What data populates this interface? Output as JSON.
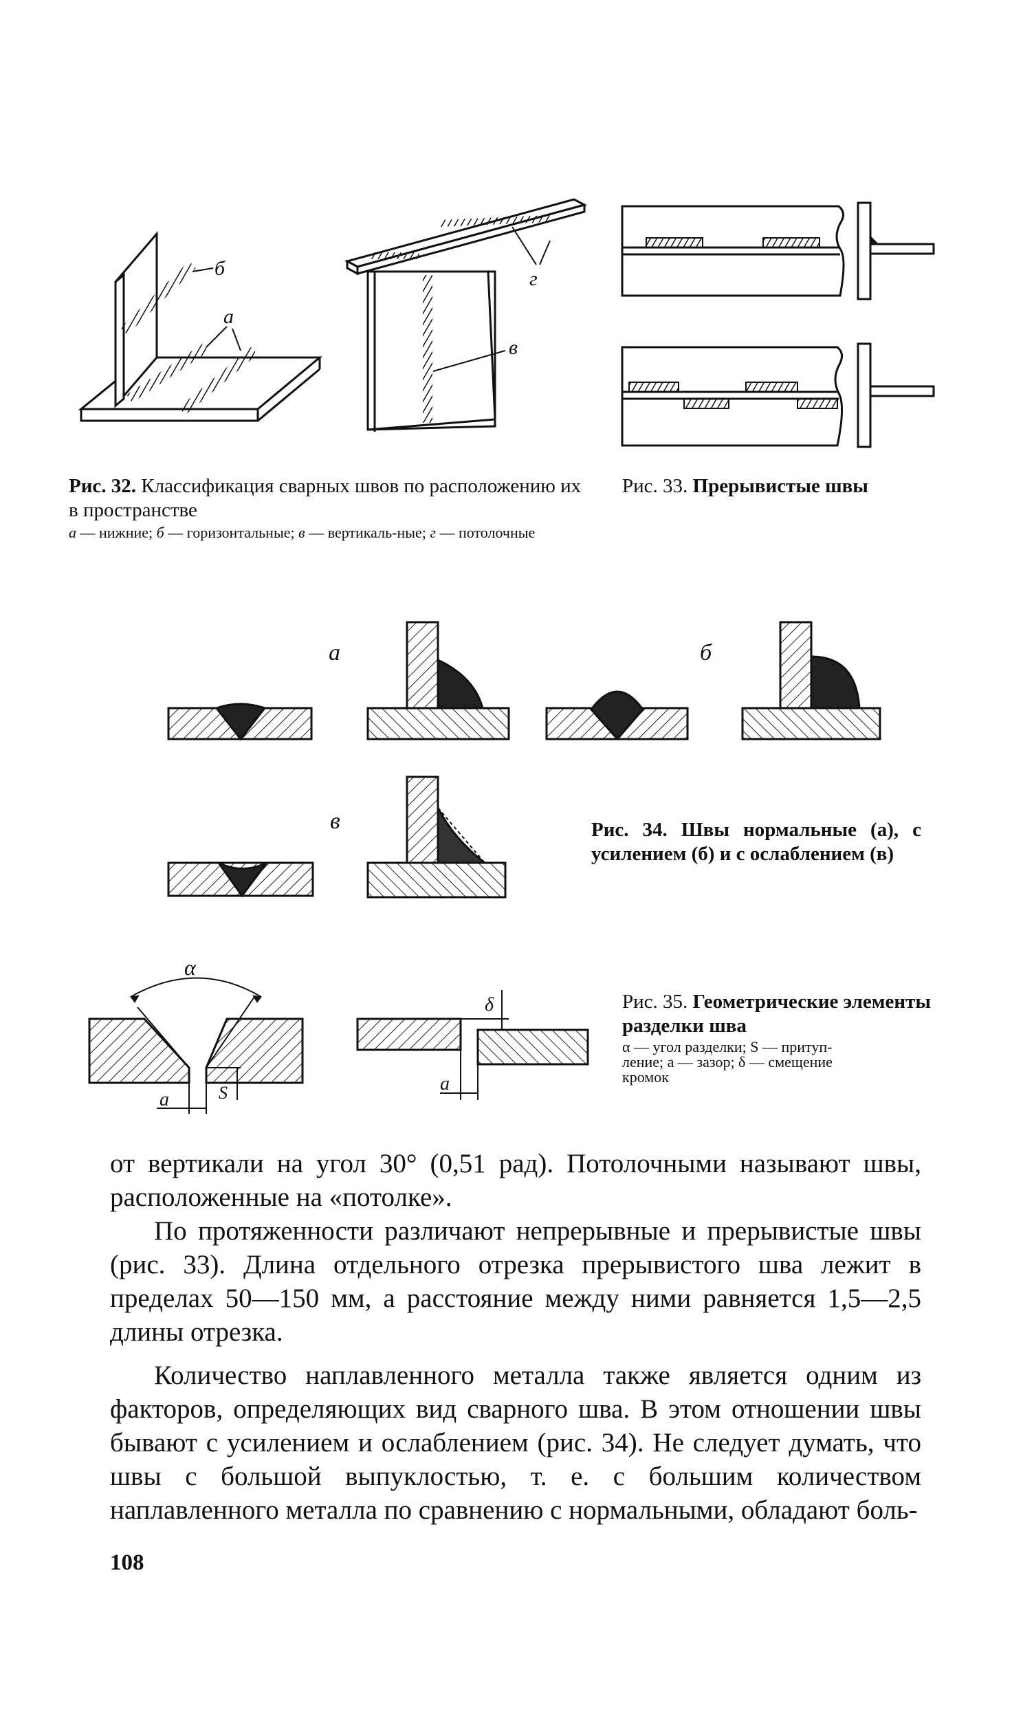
{
  "figures": {
    "fig32": {
      "caption_number": "Рис. 32.",
      "caption_title": "Классификация сварных швов по расположению их в пространстве",
      "legend": [
        {
          "key": "а",
          "text": "— нижние;"
        },
        {
          "key": "б",
          "text": "— горизонтальные;"
        },
        {
          "key": "в",
          "text": "— вертикаль-ные;"
        },
        {
          "key": "г",
          "text": "— потолочные"
        }
      ],
      "labels": {
        "a": "а",
        "b": "б",
        "v": "в",
        "g": "г"
      }
    },
    "fig33": {
      "caption_number": "Рис. 33.",
      "caption_title": "Прерывистые швы"
    },
    "fig34": {
      "caption_number": "Рис. 34.",
      "caption_title": "Швы нормальные (а), с усилением (б) и с ослаблением (в)",
      "labels": {
        "a": "а",
        "b": "б",
        "v": "в"
      }
    },
    "fig35": {
      "caption_number": "Рис. 35.",
      "caption_title": "Геометрические элементы разделки шва",
      "legend_line1": "α — угол разделки; S — притуп-",
      "legend_line2": "ление; а — зазор; δ — смещение",
      "legend_line3": "кромок",
      "labels": {
        "alpha": "α",
        "a1": "а",
        "s": "S",
        "delta": "δ",
        "a2": "а"
      }
    }
  },
  "body": {
    "p1": "от вертикали на угол 30° (0,51 рад). Потолочными называют швы, расположенные на «потолке».",
    "p2": "По протяженности различают непрерывные и прерывистые швы (рис. 33). Длина отдельного отрезка прерывистого шва лежит в пределах 50—150 мм, а расстояние между ними равняется 1,5—2,5 длины отрезка.",
    "p3": "Количество наплавленного металла также является одним из факторов, определяющих вид сварного шва. В этом отношении швы бывают с усилением и ослаблением (рис. 34). Не следует думать, что швы с большой выпуклостью, т. е. с большим количеством наплавленного металла по сравнению с нормальными, обладают боль-"
  },
  "page_number": "108"
}
